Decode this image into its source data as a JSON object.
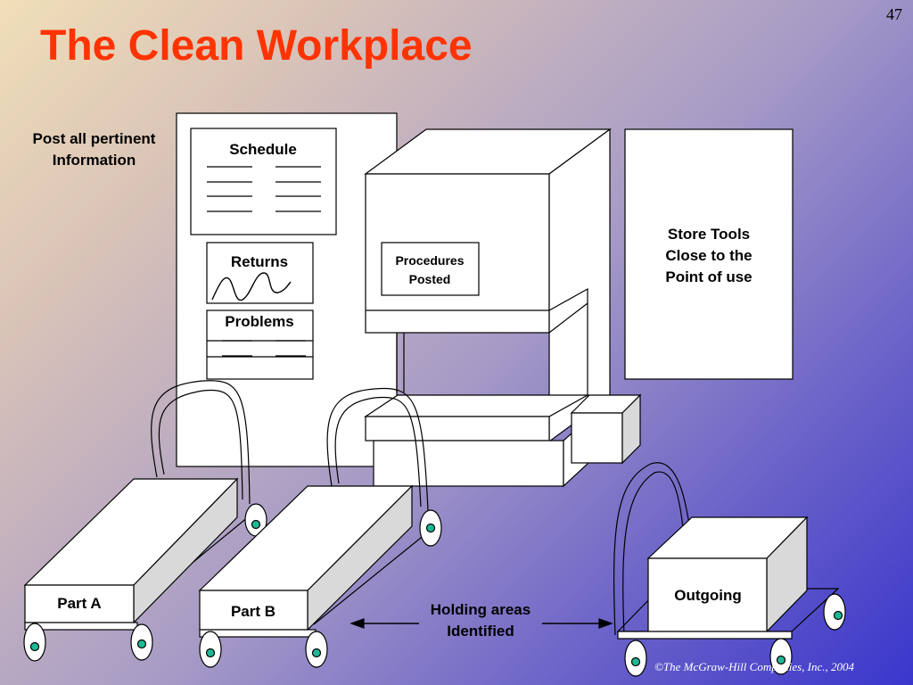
{
  "slide": {
    "title": "The Clean Workplace",
    "page_number": "47",
    "copyright": "©The McGraw-Hill Companies, Inc., 2004"
  },
  "labels": {
    "post_info_line1": "Post all pertinent",
    "post_info_line2": "Information",
    "schedule": "Schedule",
    "returns": "Returns",
    "problems": "Problems",
    "procedures_line1": "Procedures",
    "procedures_line2": "Posted",
    "store_tools_line1": "Store Tools",
    "store_tools_line2": "Close to the",
    "store_tools_line3": "Point of use",
    "part_a": "Part A",
    "part_b": "Part B",
    "outgoing": "Outgoing",
    "holding_line1": "Holding areas",
    "holding_line2": "Identified"
  },
  "colors": {
    "title": "#ff3300",
    "wheel_hub": "#1fb894",
    "cart_side": "#d9d9d9"
  }
}
